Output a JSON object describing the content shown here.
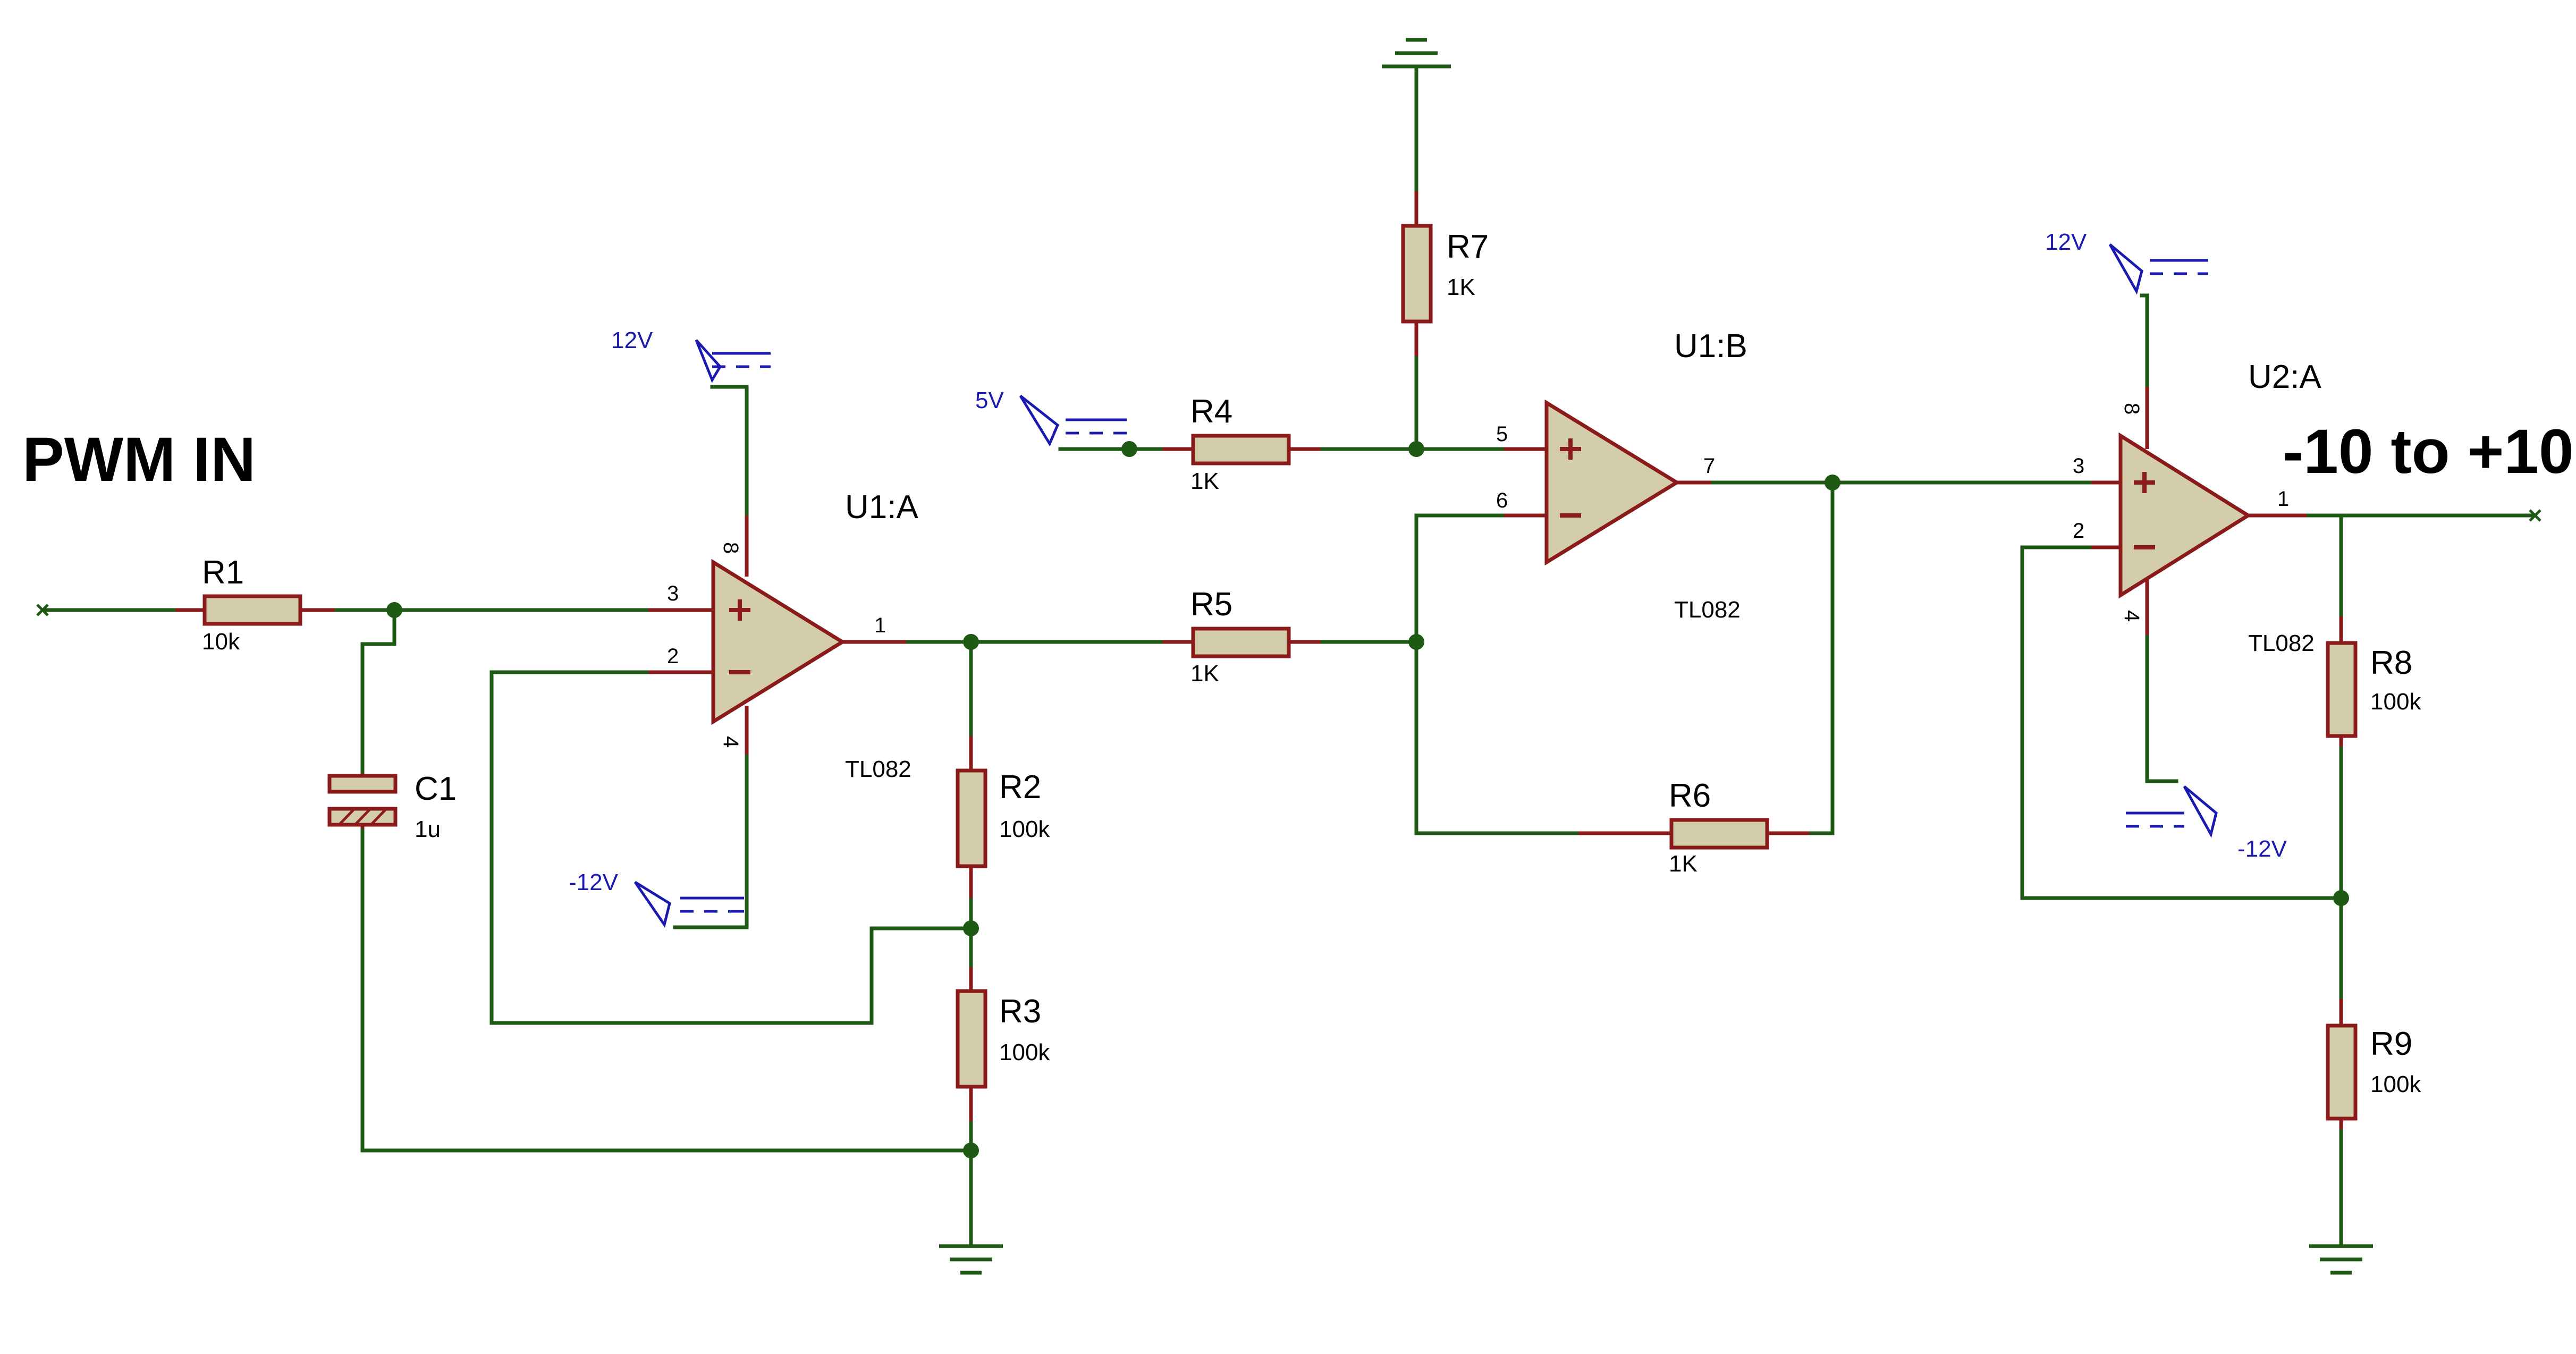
{
  "labels": {
    "input": "PWM IN",
    "output": "-10 to +10"
  },
  "components": {
    "r1": {
      "ref": "R1",
      "value": "10k"
    },
    "r2": {
      "ref": "R2",
      "value": "100k"
    },
    "r3": {
      "ref": "R3",
      "value": "100k"
    },
    "r4": {
      "ref": "R4",
      "value": "1K"
    },
    "r5": {
      "ref": "R5",
      "value": "1K"
    },
    "r6": {
      "ref": "R6",
      "value": "1K"
    },
    "r7": {
      "ref": "R7",
      "value": "1K"
    },
    "r8": {
      "ref": "R8",
      "value": "100k"
    },
    "r9": {
      "ref": "R9",
      "value": "100k"
    },
    "c1": {
      "ref": "C1",
      "value": "1u"
    },
    "u1a": {
      "ref": "U1:A",
      "part": "TL082",
      "pin_plus": "3",
      "pin_minus": "2",
      "pin_out": "1",
      "pin_vcc": "8",
      "pin_vee": "4"
    },
    "u1b": {
      "ref": "U1:B",
      "part": "TL082",
      "pin_plus": "5",
      "pin_minus": "6",
      "pin_out": "7"
    },
    "u2a": {
      "ref": "U2:A",
      "part": "TL082",
      "pin_plus": "3",
      "pin_minus": "2",
      "pin_out": "1",
      "pin_vcc": "8",
      "pin_vee": "4"
    }
  },
  "rails": {
    "u1a_pos": "12V",
    "u1a_neg": "-12V",
    "u2a_pos": "12V",
    "u2a_neg": "-12V",
    "ref": "5V"
  },
  "colors": {
    "wire": "#1e5a14",
    "component_outline": "#8b1a1a",
    "component_fill": "#d4cdaa",
    "rail_label": "#1a1ab0"
  }
}
